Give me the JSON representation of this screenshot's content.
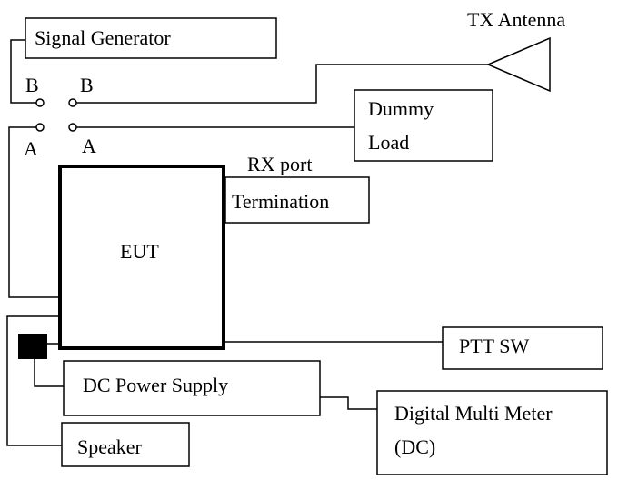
{
  "diagram": {
    "colors": {
      "line": "#000000",
      "background": "#ffffff"
    },
    "labels": {
      "signal_generator": "Signal Generator",
      "tx_antenna": "TX Antenna",
      "switch_b_left": "B",
      "switch_b_right": "B",
      "switch_a_left": "A",
      "switch_a_right": "A",
      "dummy_load_line1": "Dummy",
      "dummy_load_line2": "Load",
      "rx_port": "RX port",
      "termination": "Termination",
      "eut": "EUT",
      "ptt_sw": "PTT SW",
      "dc_power_supply": "DC Power Supply",
      "digital_multi_meter_line1": "Digital Multi Meter",
      "digital_multi_meter_line2": "(DC)",
      "speaker": "Speaker"
    }
  }
}
